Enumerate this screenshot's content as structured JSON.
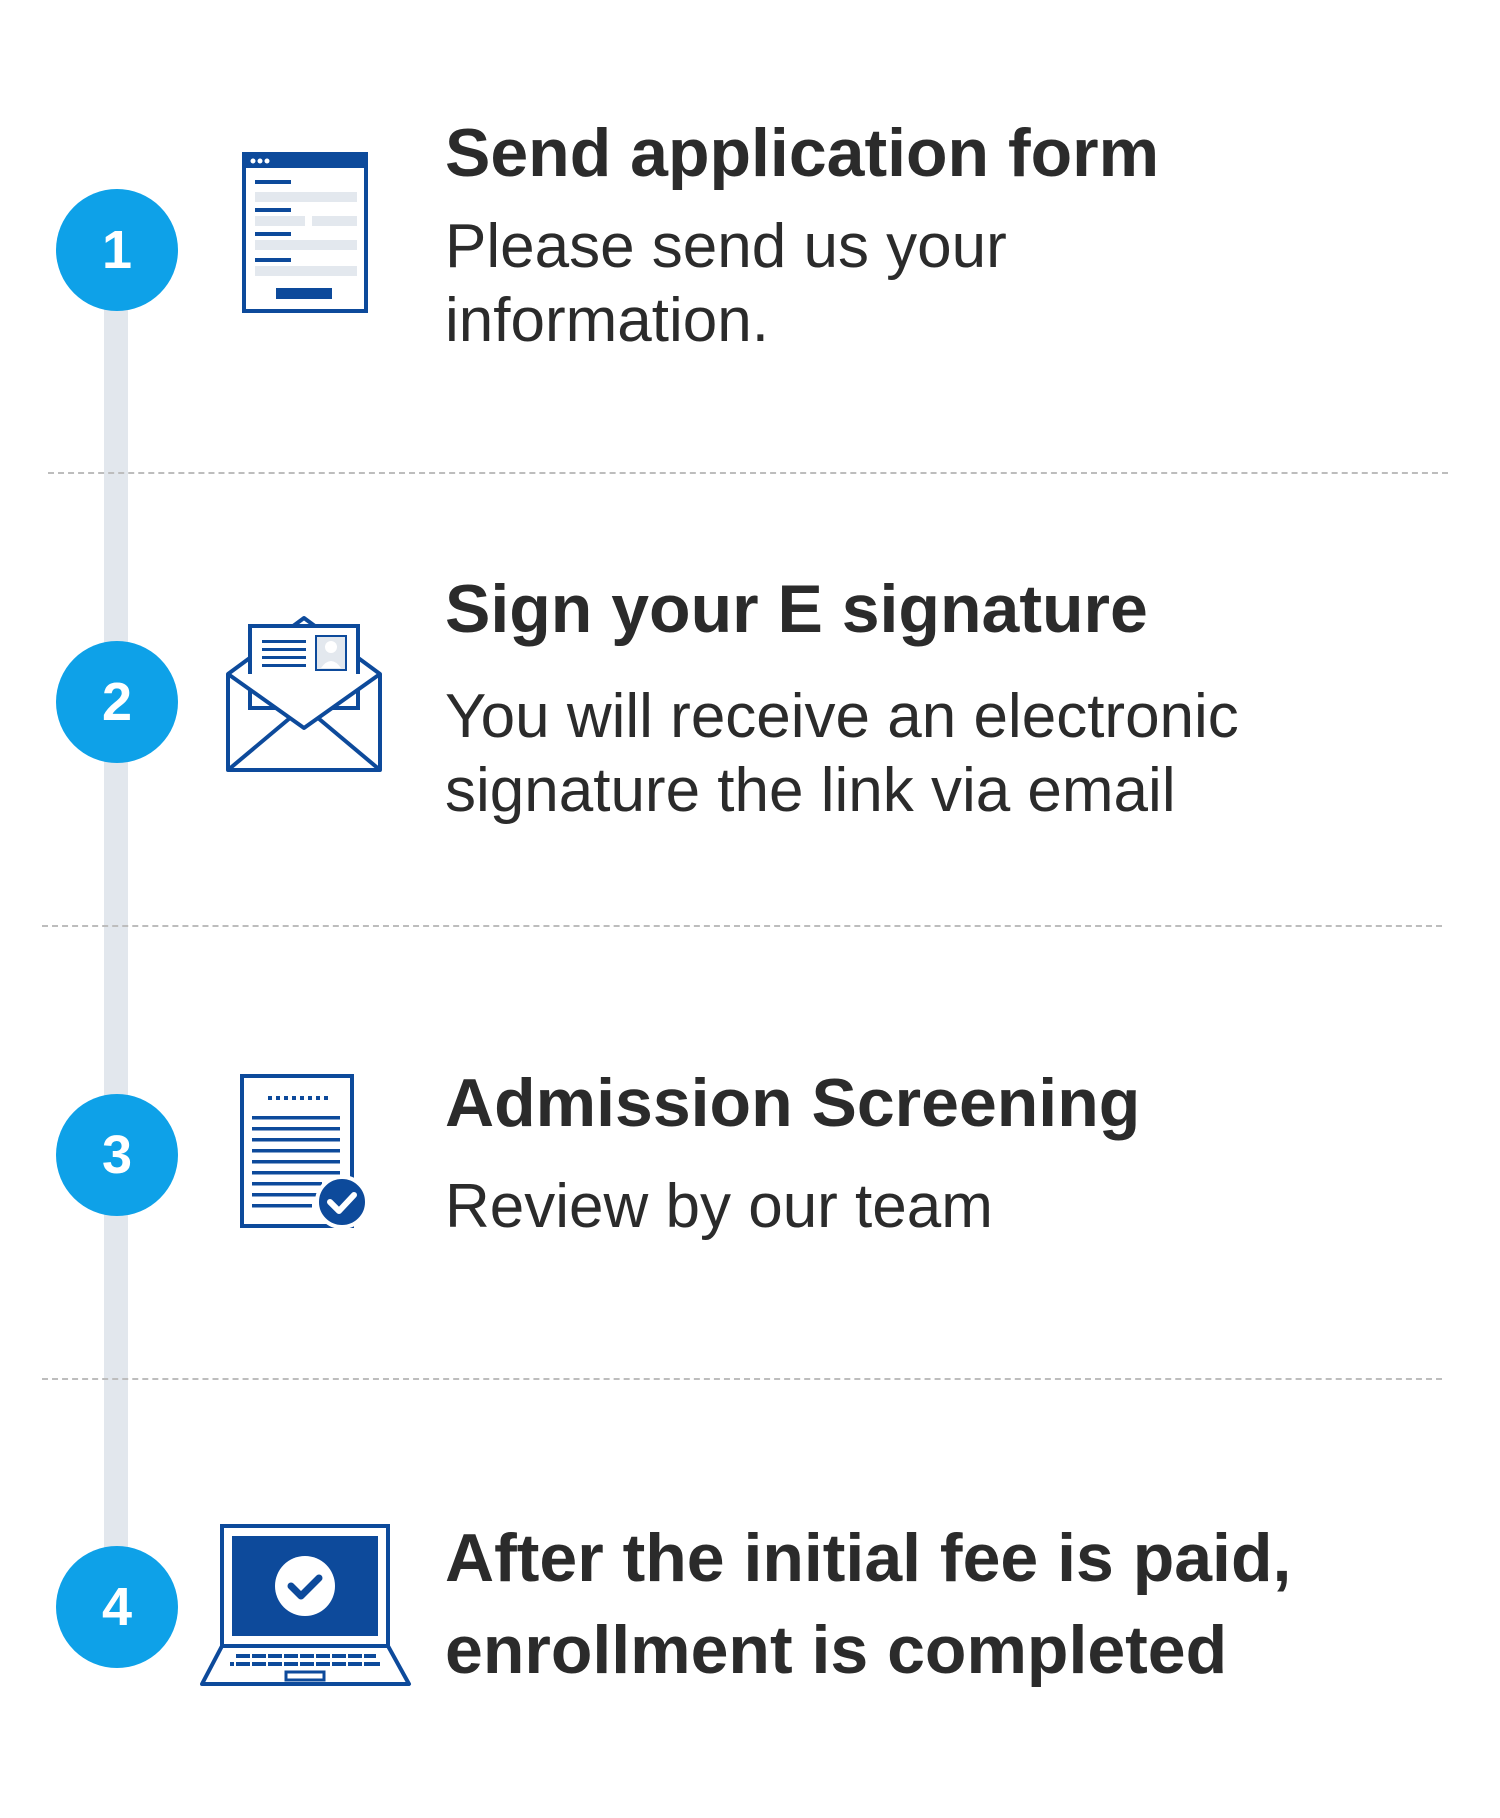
{
  "steps": [
    {
      "number": "1",
      "title": "Send application form",
      "description": "Please send us your\ninformation.",
      "icon": "application-form-icon"
    },
    {
      "number": "2",
      "title": "Sign your E signature",
      "description": "You will receive an electronic\nsignature the link via email",
      "icon": "envelope-letter-icon"
    },
    {
      "number": "3",
      "title": "Admission Screening",
      "description": "Review by our team",
      "icon": "document-check-icon"
    },
    {
      "number": "4",
      "title": "After the initial fee is paid,\nenrollment is completed",
      "icon": "laptop-check-icon"
    }
  ],
  "colors": {
    "accent": "#0ea1e8",
    "icon_blue": "#0d4a9b",
    "track": "#e2e7ed",
    "text": "#2b2b2b"
  }
}
